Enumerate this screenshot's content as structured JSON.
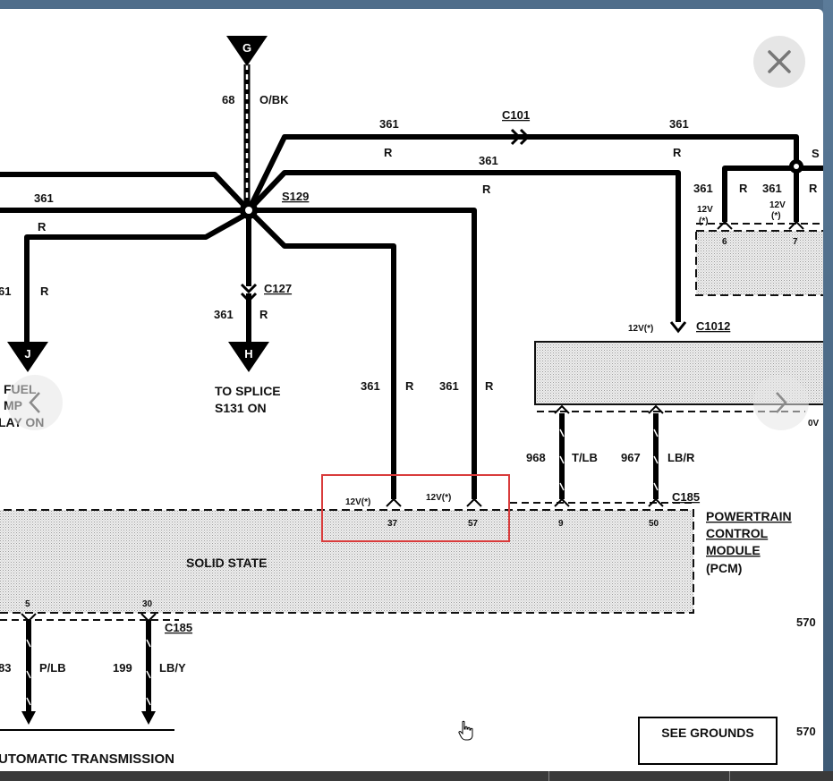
{
  "toolbar": {
    "close": "close",
    "prev": "previous",
    "next": "next"
  },
  "diagram": {
    "connectors": {
      "g": "G",
      "j": "J",
      "h": "H",
      "c101": "C101",
      "c127": "C127",
      "c1012": "C1012",
      "c185_top": "C185",
      "c185_bottom": "C185",
      "s129": "S129",
      "s_partial": "S"
    },
    "wires": {
      "w68": "68",
      "w68_color": "O/BK",
      "w361": "361",
      "r": "R",
      "w968": "968",
      "w968_color": "T/LB",
      "w967": "967",
      "w967_color": "LB/R",
      "w361_left": "61",
      "w883": "83",
      "w883_color": "P/LB",
      "w199": "199",
      "w199_color": "LB/Y"
    },
    "voltages": {
      "v12": "12V(*)",
      "v12_short": "12V",
      "v12_star": "(*)",
      "ov": "0V"
    },
    "pins": {
      "p37": "37",
      "p57": "57",
      "p9": "9",
      "p50": "50",
      "p5": "5",
      "p30": "30",
      "p6": "6",
      "p7": "7"
    },
    "labels": {
      "fuel_line1": "FUEL",
      "fuel_line2": "MP",
      "fuel_line3": "LAY ON",
      "splice_line1": "TO SPLICE",
      "splice_line2": "S131 ON",
      "solid_state": "SOLID STATE",
      "pcm_line1": "POWERTRAIN",
      "pcm_line2": "CONTROL",
      "pcm_line3": "MODULE",
      "pcm_line4": "(PCM)",
      "page_num": "570",
      "auto_trans": "UTOMATIC TRANSMISSION",
      "see_grounds": "SEE GROUNDS"
    }
  }
}
